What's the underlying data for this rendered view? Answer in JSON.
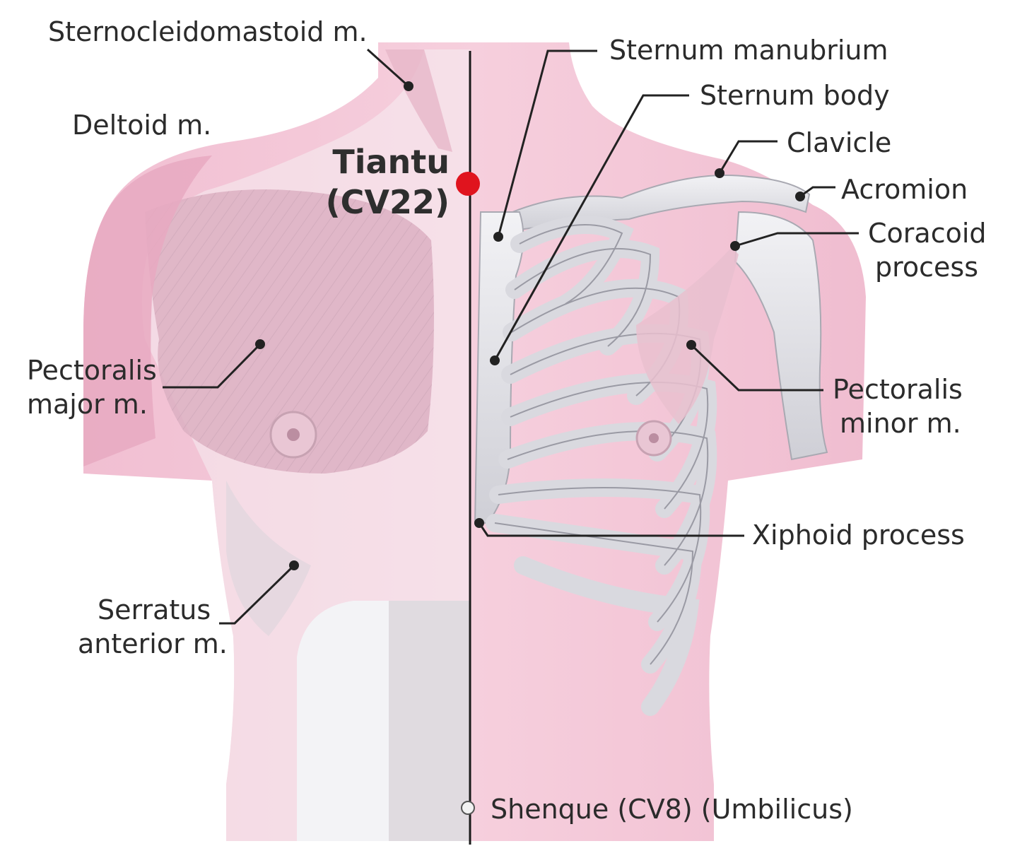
{
  "point": {
    "name": "Tiantu",
    "code": "(CV22)",
    "color": "#e0141e"
  },
  "labels": {
    "scm": "Sternocleidomastoid m.",
    "deltoid": "Deltoid m.",
    "pec_major_1": "Pectoralis",
    "pec_major_2": "major m.",
    "serratus_1": "Serratus",
    "serratus_2": "anterior m.",
    "manubrium": "Sternum manubrium",
    "sternum_body": "Sternum body",
    "clavicle": "Clavicle",
    "acromion": "Acromion",
    "coracoid_1": "Coracoid",
    "coracoid_2": "process",
    "pec_minor_1": "Pectoralis",
    "pec_minor_2": "minor m.",
    "xiphoid": "Xiphoid process",
    "shenque": "Shenque (CV8) (Umbilicus)"
  },
  "colors": {
    "skin": "#f4c6d6",
    "bone": "#e6e6ea",
    "muscle": "#dcb3c4",
    "midline": "#1a1a1a"
  }
}
